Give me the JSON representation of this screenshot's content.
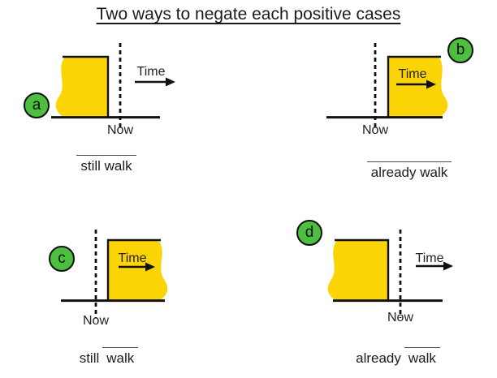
{
  "title": "Two ways to negate each positive cases",
  "colors": {
    "highlight_yellow": "#FBD405",
    "badge_green": "#4CBF3E",
    "ink": "#111111"
  },
  "panels": {
    "a": {
      "letter": "a",
      "time_label": "Time",
      "now_label": "Now",
      "caption_plain": "",
      "caption_negated": "still walk"
    },
    "b": {
      "letter": "b",
      "time_label": "Time",
      "now_label": "Now",
      "caption_plain": "",
      "caption_negated": "already walk"
    },
    "c": {
      "letter": "c",
      "time_label": "Time",
      "now_label": "Now",
      "caption_plain": "still",
      "caption_negated": "walk"
    },
    "d": {
      "letter": "d",
      "time_label": "Time",
      "now_label": "Now",
      "caption_plain": "already",
      "caption_negated": "walk"
    }
  }
}
